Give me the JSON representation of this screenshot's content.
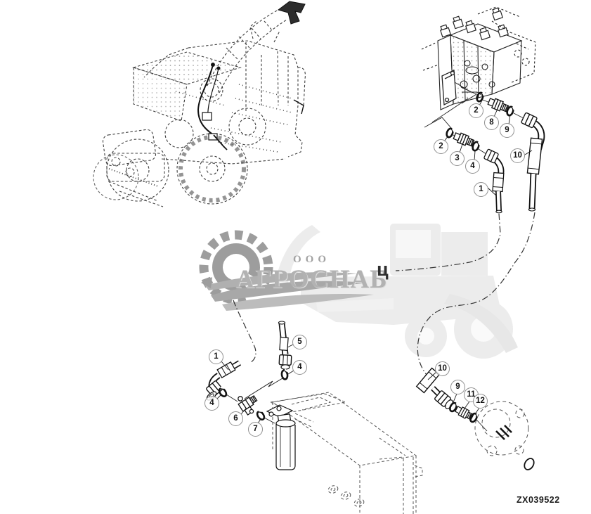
{
  "watermark": {
    "prefix": "ООО",
    "company_name": "АГРОСНАБ",
    "stray_char": "ц",
    "gear_color": "#9d9d9d",
    "text_color": "#b2b2b2"
  },
  "footer": {
    "drawing_code": "ZX039522"
  },
  "line_color": "#1a1a1a",
  "callouts": [
    {
      "number": "2",
      "region": "valve-upper-o-ring"
    },
    {
      "number": "8",
      "region": "valve-upper-adapter"
    },
    {
      "number": "9",
      "region": "valve-upper-o-ring-2"
    },
    {
      "number": "10",
      "region": "hose-upper-right"
    },
    {
      "number": "2",
      "region": "valve-lower-o-ring"
    },
    {
      "number": "3",
      "region": "valve-lower-adapter"
    },
    {
      "number": "4",
      "region": "valve-lower-o-ring-2"
    },
    {
      "number": "1",
      "region": "hose-upper-left"
    },
    {
      "number": "1",
      "region": "left-assembly-hose"
    },
    {
      "number": "5",
      "region": "left-assembly-vertical-hose"
    },
    {
      "number": "4",
      "region": "left-assembly-o-ring-under-hose5"
    },
    {
      "number": "4",
      "region": "left-assembly-o-ring-at-elbow"
    },
    {
      "number": "6",
      "region": "left-assembly-tee-fitting"
    },
    {
      "number": "7",
      "region": "left-assembly-o-ring-at-filter"
    },
    {
      "number": "10",
      "region": "pump-hose"
    },
    {
      "number": "9",
      "region": "pump-o-ring"
    },
    {
      "number": "11",
      "region": "pump-adapter"
    },
    {
      "number": "12",
      "region": "pump-o-ring-2"
    }
  ]
}
